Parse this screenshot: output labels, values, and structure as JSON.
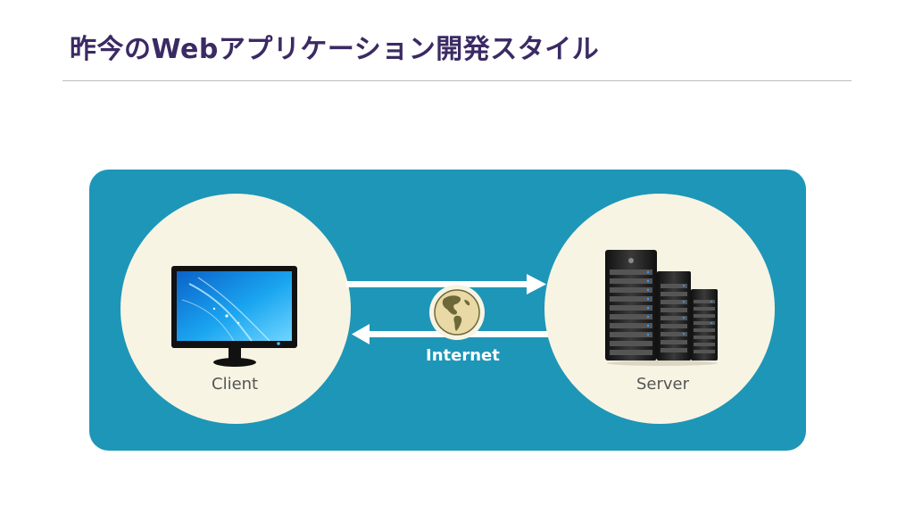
{
  "slide": {
    "title": "昨今のWebアプリケーション開発スタイル"
  },
  "diagram": {
    "client": {
      "label": "Client",
      "icon": "monitor-icon"
    },
    "server": {
      "label": "Server",
      "icon": "server-rack-icon"
    },
    "network": {
      "label": "Internet",
      "icon": "globe-icon"
    },
    "colors": {
      "panel": "#1e96b7",
      "circle": "#f8f4e3",
      "title": "#3b2a63",
      "arrow": "#ffffff"
    }
  }
}
